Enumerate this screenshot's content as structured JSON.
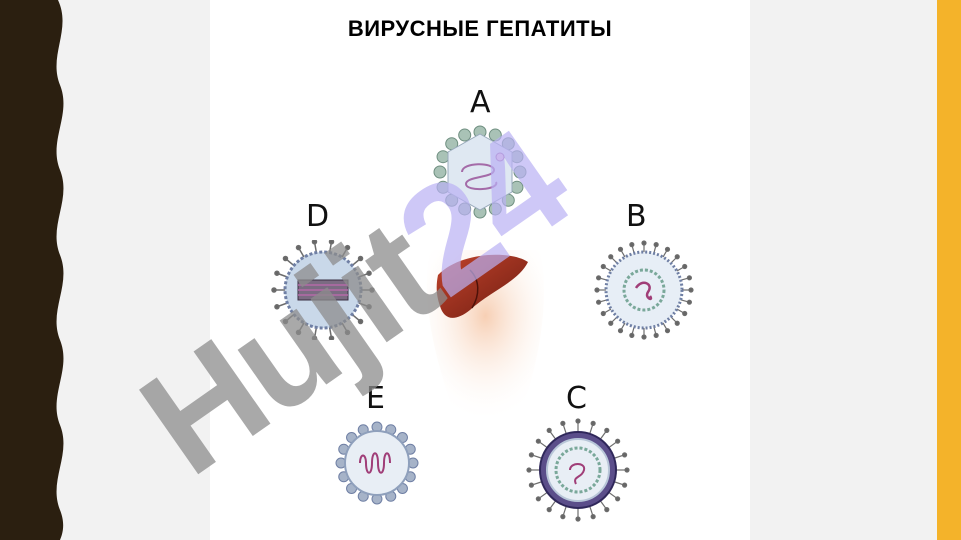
{
  "title": "ВИРУСНЫЕ ГЕПАТИТЫ",
  "viruses": [
    {
      "label": "A"
    },
    {
      "label": "B"
    },
    {
      "label": "C"
    },
    {
      "label": "D"
    },
    {
      "label": "E"
    }
  ],
  "watermark": "Hujit24",
  "colors": {
    "border_dark": "#2b1f10",
    "accent": "#f4b32a",
    "watermark_text": "#8c8c8c",
    "watermark_accent": "#b9b0f4",
    "liver": "#8e2a1c",
    "capsid": "#c9d8e9",
    "knob": "#a9c2b6"
  }
}
